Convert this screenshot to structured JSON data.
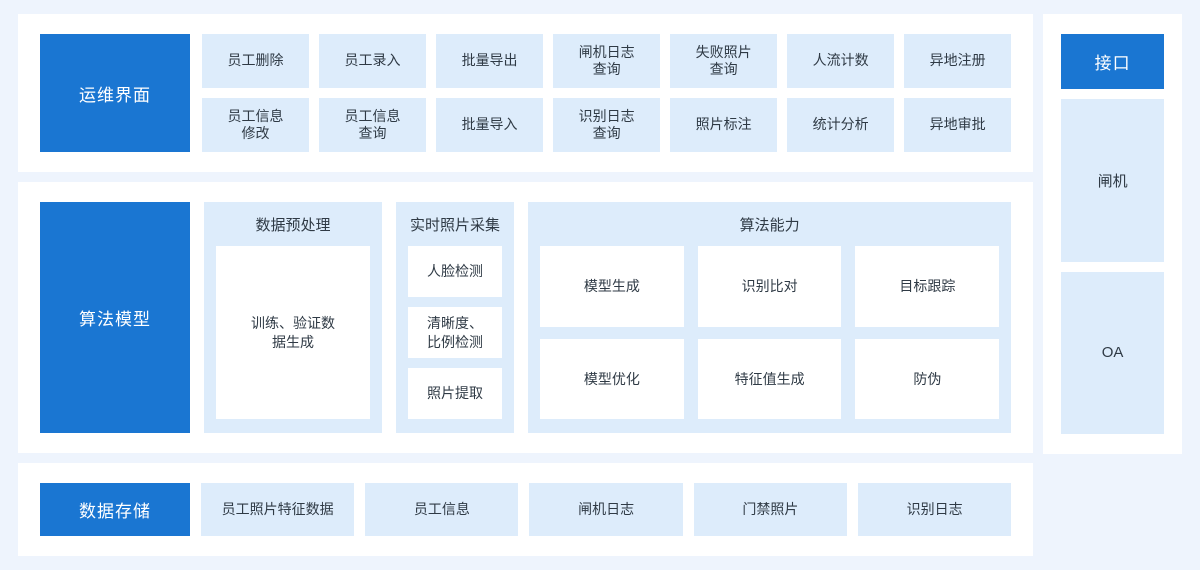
{
  "colors": {
    "accent_blue": "#1a76d2",
    "card_blue": "#ddecfb",
    "panel_white": "#ffffff",
    "page_background": "#eef4fd",
    "text_dark": "#2f3a45"
  },
  "ops_section": {
    "title": "运维界面",
    "items_row1": [
      "员工删除",
      "员工录入",
      "批量导出",
      "闸机日志\n查询",
      "失败照片\n查询",
      "人流计数",
      "异地注册"
    ],
    "items_row2": [
      "员工信息\n修改",
      "员工信息\n查询",
      "批量导入",
      "识别日志\n查询",
      "照片标注",
      "统计分析",
      "异地审批"
    ]
  },
  "algo_section": {
    "title": "算法模型",
    "groups": [
      {
        "title": "数据预处理",
        "items": [
          "训练、验证数\n据生成"
        ]
      },
      {
        "title": "实时照片采集",
        "items": [
          "人脸检测",
          "清晰度、\n比例检测",
          "照片提取"
        ]
      },
      {
        "title": "算法能力",
        "items": [
          "模型生成",
          "识别比对",
          "目标跟踪",
          "模型优化",
          "特征值生成",
          "防伪"
        ]
      }
    ]
  },
  "storage_section": {
    "title": "数据存储",
    "items": [
      "员工照片特征数据",
      "员工信息",
      "闸机日志",
      "门禁照片",
      "识别日志"
    ]
  },
  "interface_section": {
    "title": "接口",
    "items": [
      "闸机",
      "OA"
    ]
  }
}
